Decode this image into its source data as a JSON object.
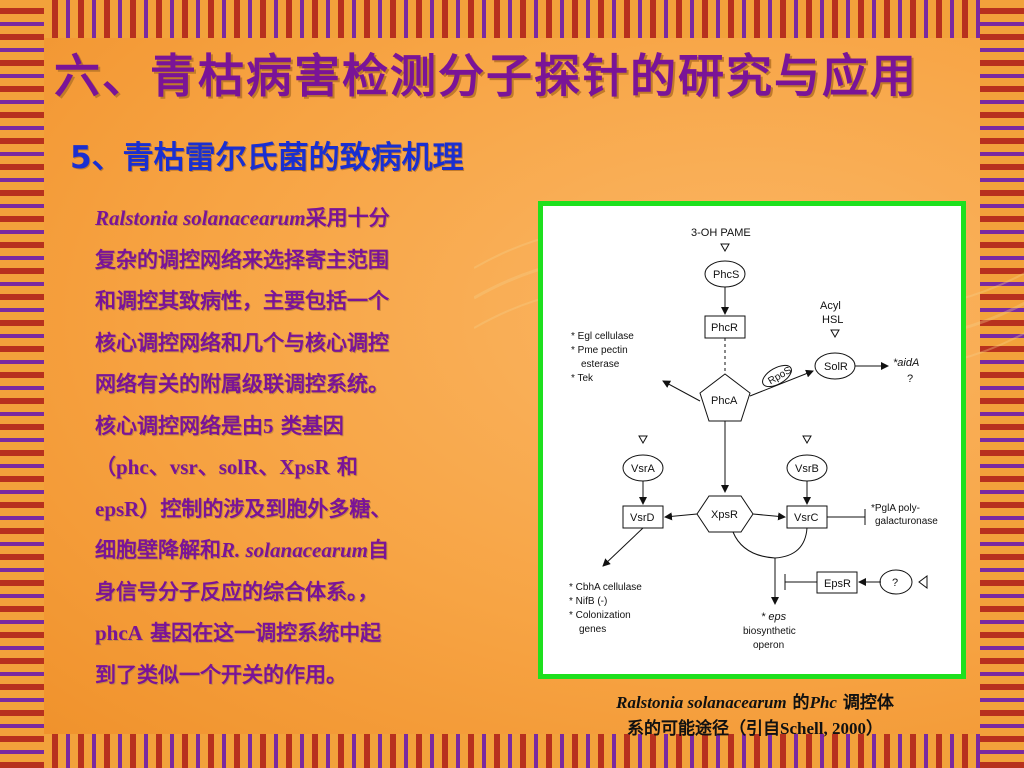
{
  "slide": {
    "title": "六、青枯病害检测分子探针的研究与应用",
    "subtitle": "5、青枯雷尔氏菌的致病机理"
  },
  "body": {
    "l1_italic": "Ralstonia solanacearum",
    "l1_rest": "采用十分",
    "l2": "复杂的调控网络来选择寄主范围",
    "l3": "和调控其致病性，主要包括一个",
    "l4": "核心调控网络和几个与核心调控",
    "l5": "网络有关的附属级联调控系统。",
    "l6a": "核心调控网络是由",
    "l6b": "5",
    "l6c": " 类基因",
    "l7a": "（",
    "l7b": "phc",
    "l7c": "、",
    "l7d": "vsr",
    "l7e": "、",
    "l7f": "solR",
    "l7g": "、",
    "l7h": "XpsR",
    "l7i": " 和",
    "l8a": "epsR",
    "l8b": "）控制的涉及到胞外多糖、",
    "l9a": "细胞壁降解和",
    "l9b": "R. solanacearum",
    "l9c": "自",
    "l10": "身信号分子反应的综合体系。，",
    "l11a": "phcA",
    "l11b": " 基因在这一调控系统中起",
    "l12": "到了类似一个开关的作用。"
  },
  "figure": {
    "top_label": "3-OH PAME",
    "phcS": "PhcS",
    "phcR": "PhcR",
    "phcA": "PhcA",
    "acyl": "Acyl",
    "hsl": "HSL",
    "solR": "SolR",
    "rpoS": "RpoS",
    "aidA": "*aidA",
    "q1": "?",
    "left_list": [
      "* Egl cellulase",
      "* Pme pectin",
      "esterase",
      "* Tek"
    ],
    "vsrA": "VsrA",
    "vsrB": "VsrB",
    "vsrD": "VsrD",
    "xpsR": "XpsR",
    "vsrC": "VsrC",
    "pgl1": "*PglA poly-",
    "pgl2": "galacturonase",
    "epsR": "EpsR",
    "q2": "?",
    "bottom_list": [
      "* CbhA cellulase",
      "* NifB (-)",
      "* Colonization",
      "genes"
    ],
    "eps1": "* eps",
    "eps2": "biosynthetic",
    "eps3": "operon"
  },
  "caption": {
    "c1_italic": "Ralstonia solanacearum",
    "c1_mid": " 的",
    "c1_phc": "Phc",
    "c1_rest": " 调控体",
    "c2a": "系的可能途径（引自",
    "c2b": "Schell, 2000",
    "c2c": "）"
  },
  "colors": {
    "title": "#7a1497",
    "subtitle": "#1a2fd0",
    "frame": "#1ee01e"
  }
}
